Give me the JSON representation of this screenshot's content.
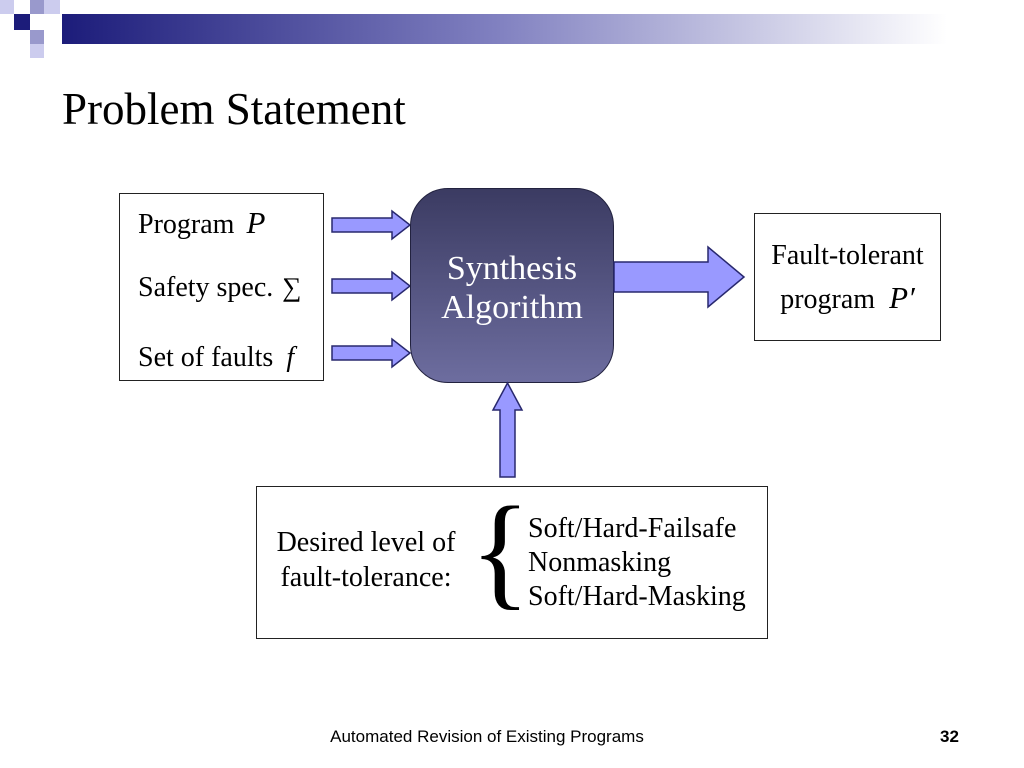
{
  "slide": {
    "title": "Problem Statement",
    "footer": "Automated Revision of Existing Programs",
    "page_number": "32"
  },
  "diagram": {
    "inputs": [
      {
        "label": "Program",
        "symbol": "P"
      },
      {
        "label": "Safety spec.",
        "symbol": "∑"
      },
      {
        "label": "Set of faults",
        "symbol": "f"
      }
    ],
    "algorithm": {
      "line1": "Synthesis",
      "line2": "Algorithm"
    },
    "output": {
      "line1": "Fault-tolerant",
      "line2": "program",
      "symbol": "P′"
    },
    "tolerance": {
      "label_line1": "Desired level of",
      "label_line2": "fault-tolerance:",
      "brace": "{",
      "levels": [
        "Soft/Hard-Failsafe",
        "Nonmasking",
        "Soft/Hard-Masking"
      ]
    }
  },
  "colors": {
    "title_bar": "#1c1c7a",
    "arrow_fill": "#9999ff",
    "arrow_stroke": "#28286e",
    "algorithm_top": "#3b3b62",
    "algorithm_bottom": "#6d6d9f"
  }
}
